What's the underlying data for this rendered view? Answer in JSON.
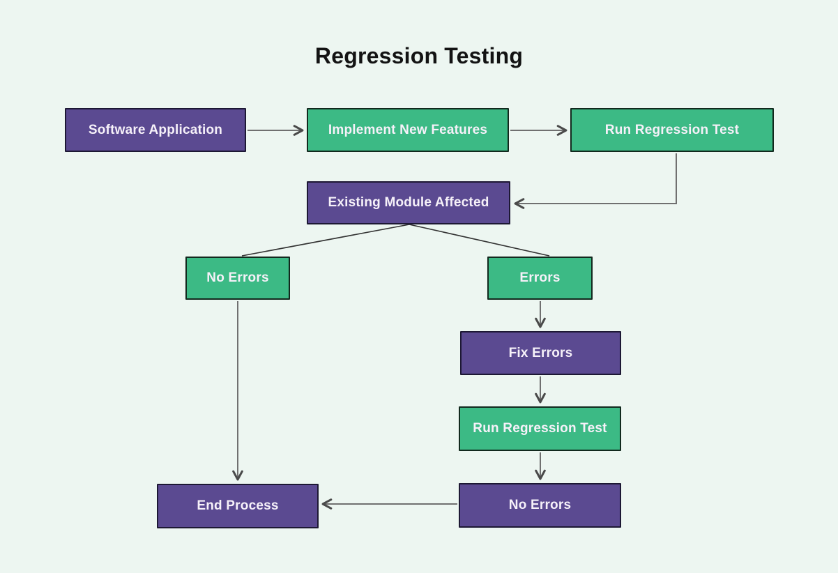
{
  "title": "Regression Testing",
  "colors": {
    "background": "#edf6f1",
    "node_purple": "#5b4a91",
    "node_green": "#3cba85",
    "node_border": "#16121f",
    "node_text": "#f6f1f9",
    "connector_line": "#707070",
    "branch_line": "#333333",
    "title_text": "#131313"
  },
  "nodes": [
    {
      "id": "software-application",
      "label": "Software Application",
      "color": "purple"
    },
    {
      "id": "implement-new-features",
      "label": "Implement New Features",
      "color": "green"
    },
    {
      "id": "run-regression-test-1",
      "label": "Run Regression Test",
      "color": "green"
    },
    {
      "id": "existing-module-affected",
      "label": "Existing Module Affected",
      "color": "purple"
    },
    {
      "id": "no-errors-branch",
      "label": "No Errors",
      "color": "green"
    },
    {
      "id": "errors-branch",
      "label": "Errors",
      "color": "green"
    },
    {
      "id": "fix-errors",
      "label": "Fix Errors",
      "color": "purple"
    },
    {
      "id": "run-regression-test-2",
      "label": "Run Regression Test",
      "color": "green"
    },
    {
      "id": "no-errors-result",
      "label": "No Errors",
      "color": "purple"
    },
    {
      "id": "end-process",
      "label": "End Process",
      "color": "purple"
    }
  ],
  "connectors": [
    {
      "from": "software-application",
      "to": "implement-new-features",
      "arrow": true
    },
    {
      "from": "implement-new-features",
      "to": "run-regression-test-1",
      "arrow": true
    },
    {
      "from": "run-regression-test-1",
      "to": "existing-module-affected",
      "arrow": true
    },
    {
      "from": "existing-module-affected",
      "to": "no-errors-branch",
      "arrow": false
    },
    {
      "from": "existing-module-affected",
      "to": "errors-branch",
      "arrow": false
    },
    {
      "from": "errors-branch",
      "to": "fix-errors",
      "arrow": true
    },
    {
      "from": "fix-errors",
      "to": "run-regression-test-2",
      "arrow": true
    },
    {
      "from": "run-regression-test-2",
      "to": "no-errors-result",
      "arrow": true
    },
    {
      "from": "no-errors-branch",
      "to": "end-process",
      "arrow": true
    },
    {
      "from": "no-errors-result",
      "to": "end-process",
      "arrow": true
    }
  ]
}
